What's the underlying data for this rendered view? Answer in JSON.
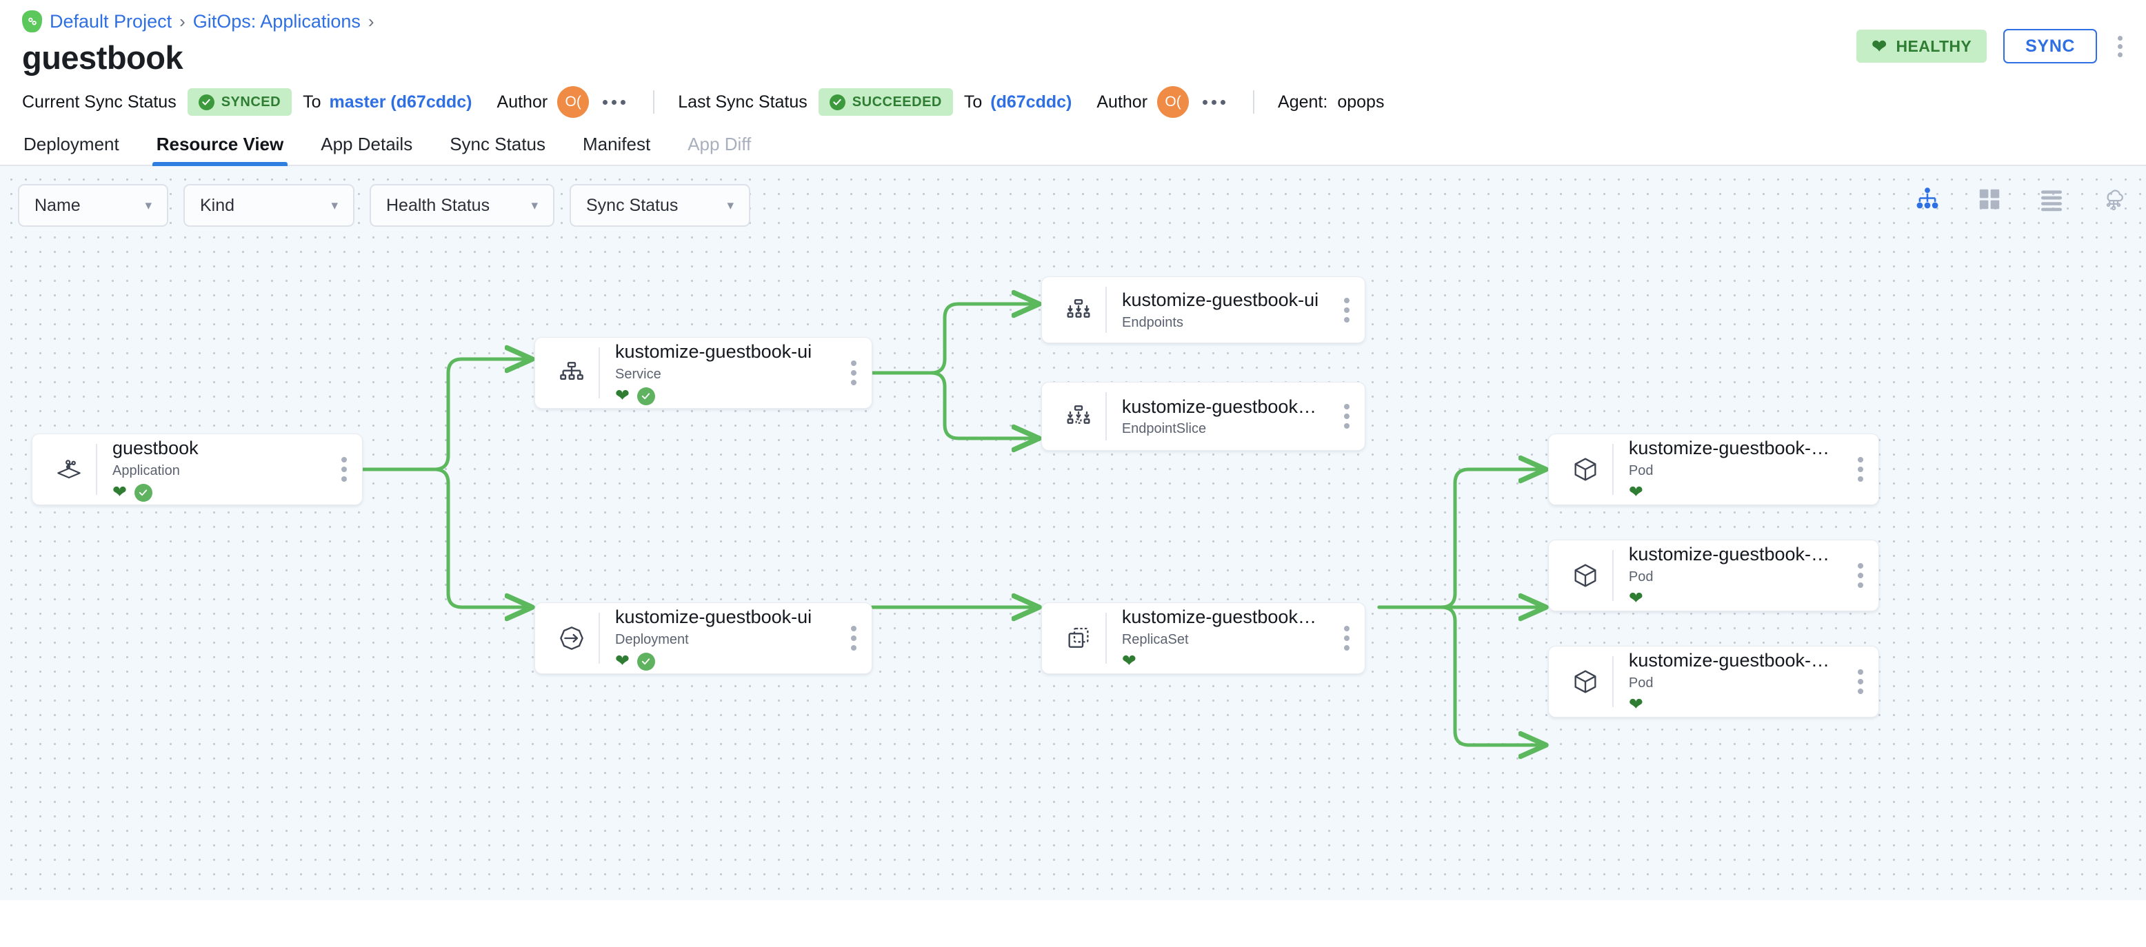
{
  "breadcrumb": {
    "logo_icon": "argo-octopus-logo",
    "items": [
      "Default Project",
      "GitOps: Applications"
    ],
    "separator": "›"
  },
  "page_title": "guestbook",
  "header_actions": {
    "health_badge": {
      "icon": "heart-icon",
      "label": "HEALTHY",
      "color": "#2e7d32",
      "bg": "#c6eec6"
    },
    "sync_button": {
      "label": "SYNC",
      "color": "#2f6fe4"
    },
    "overflow_menu": "kebab-menu-icon"
  },
  "statusbar": {
    "current_sync_label": "Current Sync Status",
    "current_sync_chip": {
      "icon": "check-circle-icon",
      "label": "SYNCED"
    },
    "current_to_label": "To",
    "current_revision": "master (d67cddc)",
    "current_author_label": "Author",
    "current_author_initials": "O(",
    "last_sync_label": "Last Sync Status",
    "last_sync_chip": {
      "icon": "check-circle-icon",
      "label": "SUCCEEDED"
    },
    "last_to_label": "To",
    "last_revision": "(d67cddc)",
    "last_author_label": "Author",
    "last_author_initials": "O(",
    "agent_label": "Agent:",
    "agent_value": "opops"
  },
  "tabs": [
    {
      "label": "Deployment",
      "active": false,
      "disabled": false
    },
    {
      "label": "Resource View",
      "active": true,
      "disabled": false
    },
    {
      "label": "App Details",
      "active": false,
      "disabled": false
    },
    {
      "label": "Sync Status",
      "active": false,
      "disabled": false
    },
    {
      "label": "Manifest",
      "active": false,
      "disabled": false
    },
    {
      "label": "App Diff",
      "active": false,
      "disabled": true
    }
  ],
  "filters": [
    {
      "label": "Name",
      "icon": "chevron-down-icon"
    },
    {
      "label": "Kind",
      "icon": "chevron-down-icon"
    },
    {
      "label": "Health Status",
      "icon": "chevron-down-icon"
    },
    {
      "label": "Sync Status",
      "icon": "chevron-down-icon"
    }
  ],
  "view_modes": [
    {
      "name": "tree-view-icon",
      "active": true
    },
    {
      "name": "grid-view-icon",
      "active": false
    },
    {
      "name": "list-view-icon",
      "active": false
    },
    {
      "name": "network-view-icon",
      "active": false
    }
  ],
  "graph": {
    "edge_color": "#5cb85c",
    "nodes": [
      {
        "id": "app",
        "title": "guestbook",
        "kind": "Application",
        "icon": "application-icon",
        "health": true,
        "synced": true
      },
      {
        "id": "svc",
        "title": "kustomize-guestbook-ui",
        "kind": "Service",
        "icon": "service-icon",
        "health": true,
        "synced": true
      },
      {
        "id": "ep",
        "title": "kustomize-guestbook-ui",
        "kind": "Endpoints",
        "icon": "endpoints-icon",
        "health": false,
        "synced": false
      },
      {
        "id": "eps",
        "title": "kustomize-guestbook-ui-…",
        "kind": "EndpointSlice",
        "icon": "endpointslice-icon",
        "health": false,
        "synced": false
      },
      {
        "id": "dep",
        "title": "kustomize-guestbook-ui",
        "kind": "Deployment",
        "icon": "deployment-icon",
        "health": true,
        "synced": true
      },
      {
        "id": "rs",
        "title": "kustomize-guestbook-ui-…",
        "kind": "ReplicaSet",
        "icon": "replicaset-icon",
        "health": true,
        "synced": false
      },
      {
        "id": "pod1",
        "title": "kustomize-guestbook-ui-…",
        "kind": "Pod",
        "icon": "pod-icon",
        "health": true,
        "synced": false
      },
      {
        "id": "pod2",
        "title": "kustomize-guestbook-ui-…",
        "kind": "Pod",
        "icon": "pod-icon",
        "health": true,
        "synced": false
      },
      {
        "id": "pod3",
        "title": "kustomize-guestbook-ui-…",
        "kind": "Pod",
        "icon": "pod-icon",
        "health": true,
        "synced": false
      }
    ]
  }
}
